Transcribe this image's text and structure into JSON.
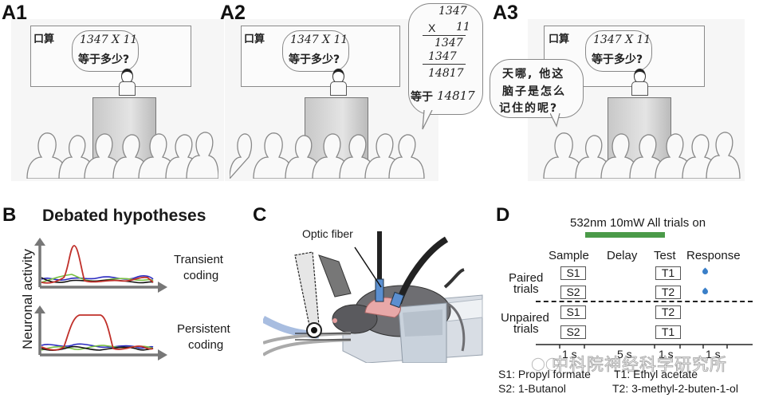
{
  "panels": {
    "a1": {
      "label": "A1"
    },
    "a2": {
      "label": "A2"
    },
    "a3": {
      "label": "A3"
    },
    "b": {
      "label": "B",
      "title": "Debated hypotheses"
    },
    "c": {
      "label": "C"
    },
    "d": {
      "label": "D"
    }
  },
  "cartoon": {
    "board_title": "口算",
    "question_line1": "1347 X 11",
    "question_line2": "等于多少?",
    "calc": {
      "line1": "1347",
      "op": "X",
      "line2": "11",
      "partial1": "1347",
      "partial2": "1347",
      "result": "14817",
      "answer_prefix": "等于",
      "answer_value": "14817"
    },
    "audience_thought": {
      "line1": "天哪, 他这",
      "line2": "脑子是怎么",
      "line3": "记住的呢?"
    }
  },
  "panel_b": {
    "y_axis_label": "Neuronal activity",
    "plots": [
      {
        "name": "transient",
        "label_line1": "Transient",
        "label_line2": "coding"
      },
      {
        "name": "persistent",
        "label_line1": "Persistent",
        "label_line2": "coding"
      }
    ],
    "trace_colors": [
      "#c0302a",
      "#2a2ac0",
      "#7ac043",
      "#111111"
    ]
  },
  "panel_c": {
    "annotation": "Optic fiber"
  },
  "panel_d": {
    "laser_label": "532nm 10mW All trials on",
    "laser_color": "#4a9a48",
    "phases": [
      "Sample",
      "Delay",
      "Test",
      "Response"
    ],
    "groups": [
      {
        "label_line1": "Paired",
        "label_line2": "trials",
        "rows": [
          {
            "sample": "S1",
            "test": "T1",
            "response": true
          },
          {
            "sample": "S2",
            "test": "T2",
            "response": true
          }
        ]
      },
      {
        "label_line1": "Unpaired",
        "label_line2": "trials",
        "rows": [
          {
            "sample": "S1",
            "test": "T2",
            "response": false
          },
          {
            "sample": "S2",
            "test": "T1",
            "response": false
          }
        ]
      }
    ],
    "durations": [
      "1 s",
      "5 s",
      "1 s",
      "1 s"
    ],
    "legend": {
      "s1": "S1: Propyl formate",
      "t1": "T1: Ethyl acetate",
      "s2": "S2: 1-Butanol",
      "t2": "T2: 3-methyl-2-buten-1-ol"
    },
    "response_color": "#3a7fc8"
  },
  "watermark": "中科院神经科学研究所"
}
